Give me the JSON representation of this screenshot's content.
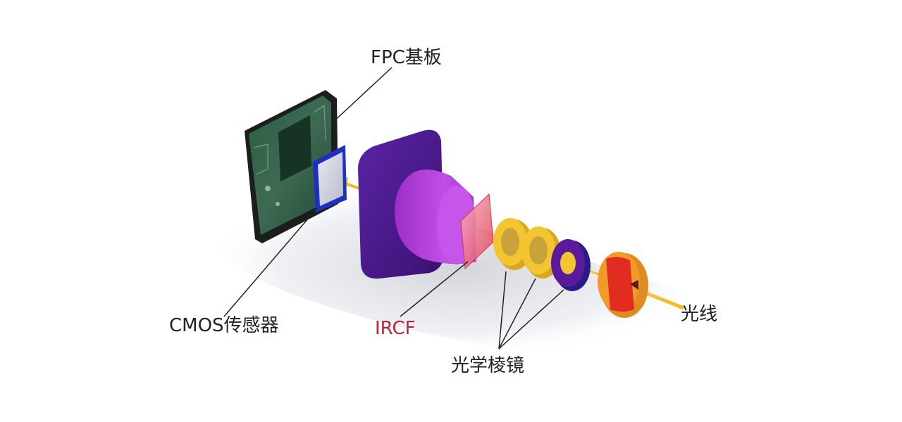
{
  "labels": {
    "fpc": "FPC基板",
    "cmos": "CMOS传感器",
    "ircf": "IRCF",
    "lens": "光学棱镜",
    "light": "光线"
  },
  "colors": {
    "ircf_label": "#b0283a",
    "text": "#222222",
    "fpc_board": "#1f2a26",
    "cmos_sensor": "#1f2fbf",
    "lens_holder": "#4a1a8c",
    "lens_barrel": "#b040d8",
    "ir_filter": "#e0405a",
    "lens_yellow": "#f2c531",
    "lens_purple": "#5a1a9a",
    "lens_front": "#f09a2a",
    "lens_red_band": "#e02020",
    "light_arrow": "#f2b820"
  }
}
